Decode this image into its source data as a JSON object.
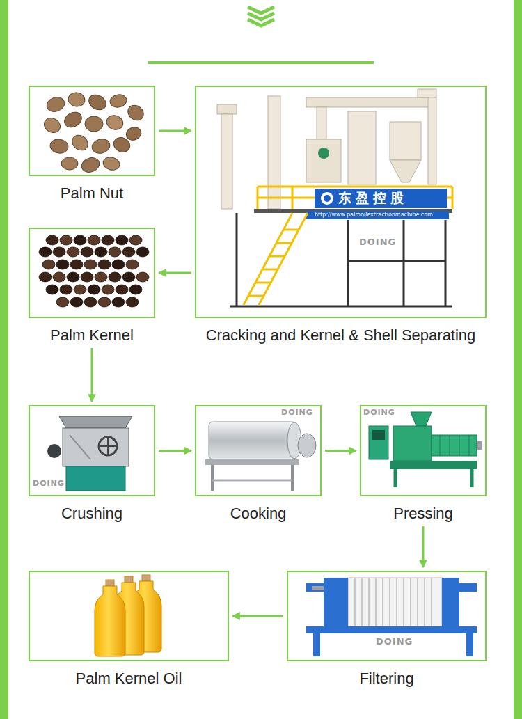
{
  "diagram": {
    "nodes": [
      {
        "text": [
          "Palm Nut"
        ]
      },
      {
        "text": [
          "Cracking and Kernel & Shell Separating"
        ]
      },
      {
        "text": [
          "Palm Kernel"
        ]
      },
      {
        "text": [
          "Crushing"
        ]
      },
      {
        "text": [
          "Cooking"
        ]
      },
      {
        "text": [
          "Pressing"
        ]
      },
      {
        "text": [
          "Filtering"
        ]
      },
      {
        "text": [
          "Palm Kernel Oil"
        ]
      }
    ],
    "edges": [
      {
        "from": 0,
        "to": 1,
        "arrow": "to"
      },
      {
        "from": 1,
        "to": 2,
        "arrow": "to"
      },
      {
        "from": 2,
        "to": 3,
        "arrow": "to"
      },
      {
        "from": 3,
        "to": 4,
        "arrow": "to"
      },
      {
        "from": 4,
        "to": 5,
        "arrow": "to"
      },
      {
        "from": 5,
        "to": 6,
        "arrow": "to"
      },
      {
        "from": 6,
        "to": 7,
        "arrow": "to"
      }
    ],
    "labels": [
      "东盈控股",
      "http://www.palmoilextractionmachine.com",
      "DOING",
      "DOING",
      "DOING",
      "DOING",
      "DOING"
    ]
  }
}
